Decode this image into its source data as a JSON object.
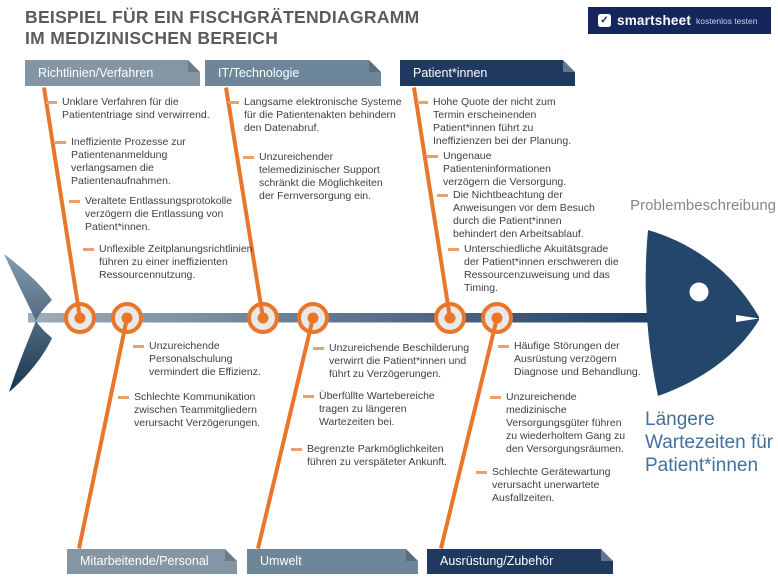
{
  "title": {
    "line1": "BEISPIEL FÜR EIN FISCHGRÄTENDIAGRAMM",
    "line2": "IM MEDIZINISCHEN BEREICH"
  },
  "logo": {
    "check_icon": "✓",
    "brand": "smartsheet",
    "cta": "kostenlos testen"
  },
  "problem_label": "Problembeschreibung",
  "effect": "Längere Wartezeiten für Patient*innen",
  "categories": {
    "top": [
      {
        "label": "Richtlinien/Verfahren",
        "causes": [
          "Unklare Verfahren für die Patiententriage sind verwirrend.",
          "Ineffiziente Prozesse zur Patientenanmeldung verlangsamen die Patientenaufnahmen.",
          "Veraltete Entlassungsprotokolle verzögern die Entlassung von Patient*innen.",
          "Unflexible Zeitplanungsrichtlinien führen zu einer ineffizienten Ressourcennutzung."
        ]
      },
      {
        "label": "IT/Technologie",
        "causes": [
          "Langsame elektronische Systeme für die Patientenakten behindern den Datenabruf.",
          "Unzureichender telemedizinischer Support schränkt die Möglichkeiten der Fernversorgung ein."
        ]
      },
      {
        "label": "Patient*innen",
        "causes": [
          "Hohe Quote der nicht zum Termin erscheinenden Patient*innen führt zu Ineffizienzen bei der Planung.",
          "Ungenaue Patienteninformationen verzögern die Versorgung.",
          "Die Nichtbeachtung der Anweisungen vor dem Besuch durch die Patient*innen behindert den Arbeitsablauf.",
          "Unterschiedliche Akuitätsgrade der Patient*innen erschweren die Ressourcenzuweisung und das Timing."
        ]
      }
    ],
    "bottom": [
      {
        "label": "Mitarbeitende/Personal",
        "causes": [
          "Unzureichende Personalschulung vermindert die Effizienz.",
          "Schlechte Kommunikation zwischen Teammitgliedern verursacht Verzögerungen."
        ]
      },
      {
        "label": "Umwelt",
        "causes": [
          "Unzureichende Beschilderung verwirrt die Patient*innen und führt zu Verzögerungen.",
          "Überfüllte Wartebereiche tragen zu längeren Wartezeiten bei.",
          "Begrenzte Parkmöglichkeiten führen zu verspäteter Ankunft."
        ]
      },
      {
        "label": "Ausrüstung/Zubehör",
        "causes": [
          "Häufige Störungen der Ausrüstung verzögern Diagnose und Behandlung.",
          "Unzureichende medizinische Versorgungsgüter führen zu wiederholtem Gang zu den Versorgungsräumen.",
          "Schlechte Gerätewartung verursacht unerwartete Ausfallzeiten."
        ]
      }
    ]
  },
  "colors": {
    "bone_orange": "#E8772B",
    "dash_orange": "#EDA06B",
    "navy": "#1F3A5E",
    "head_navy": "#24466B",
    "tab_light": "#8496A3",
    "tab_mid": "#6D8699",
    "effect_blue": "#41719C",
    "title_gray": "#595B5E",
    "logo_navy": "#14265B"
  }
}
